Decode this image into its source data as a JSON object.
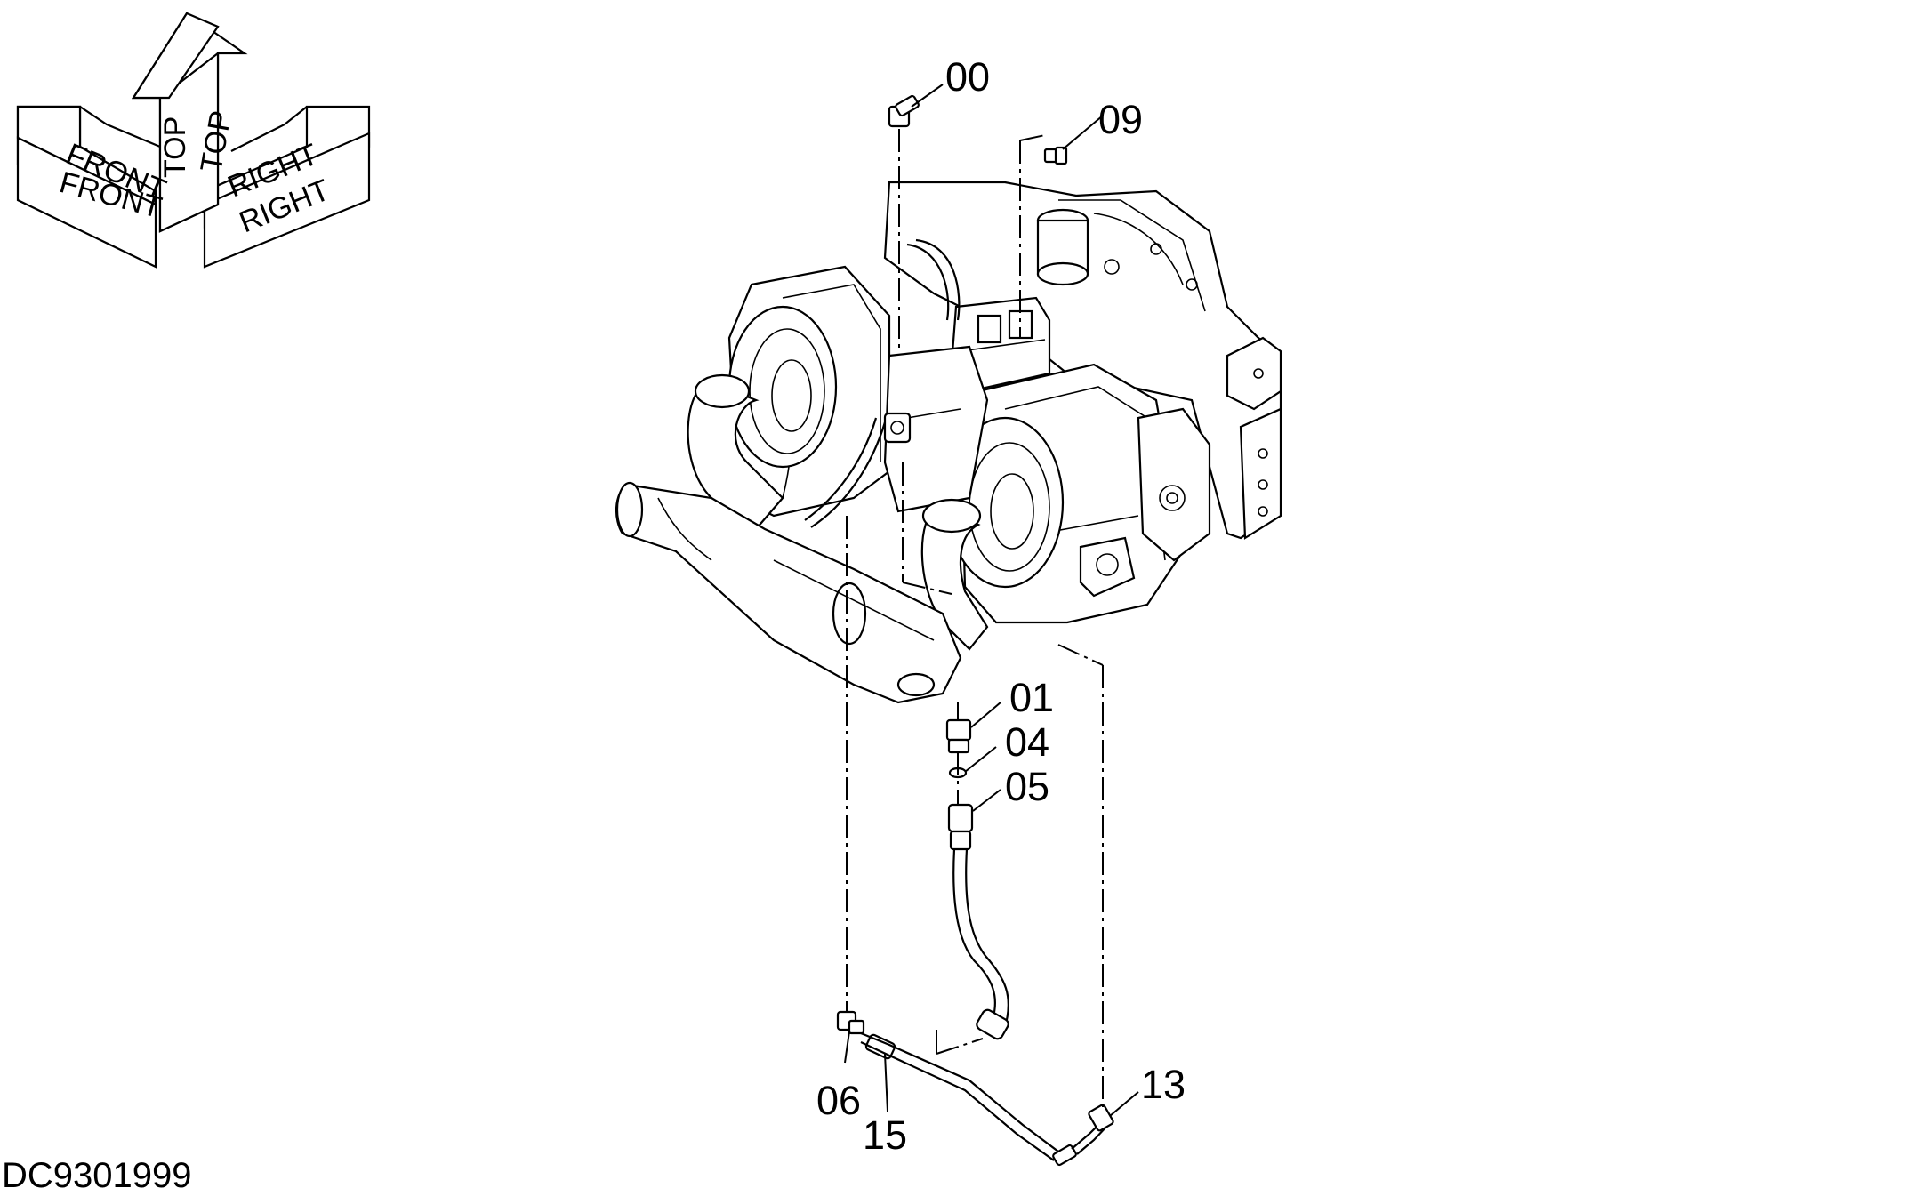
{
  "drawing_id": "DC9301999",
  "orientation": {
    "top_labels": [
      "TOP",
      "TOP"
    ],
    "front_labels": [
      "FRONT",
      "FRONT"
    ],
    "right_labels": [
      "RIGHT",
      "RIGHT"
    ]
  },
  "callouts": [
    {
      "id": "00",
      "text": "00"
    },
    {
      "id": "09",
      "text": "09"
    },
    {
      "id": "01",
      "text": "01"
    },
    {
      "id": "04",
      "text": "04"
    },
    {
      "id": "05",
      "text": "05"
    },
    {
      "id": "13",
      "text": "13"
    },
    {
      "id": "06",
      "text": "06"
    },
    {
      "id": "15",
      "text": "15"
    }
  ]
}
